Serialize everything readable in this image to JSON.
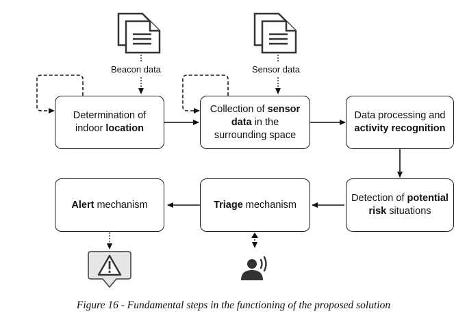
{
  "inputs": {
    "beacon": "Beacon data",
    "sensor": "Sensor data"
  },
  "steps": {
    "location": {
      "pre": "Determination of",
      "line2_pre": "indoor ",
      "bold": "location"
    },
    "collection": {
      "pre": "Collection of ",
      "bold1": "sensor",
      "bold2": "data",
      "mid": " in the",
      "post": "surrounding space"
    },
    "processing": {
      "pre": "Data processing and",
      "bold": "activity recognition"
    },
    "detection": {
      "pre": "Detection of ",
      "bold1": "potential",
      "bold2": "risk",
      "post": " situations"
    },
    "triage": {
      "bold": "Triage",
      "post": " mechanism"
    },
    "alert": {
      "bold": "Alert",
      "post": " mechanism"
    }
  },
  "icons": {
    "beacon_doc": "document-stack-icon",
    "sensor_doc": "document-stack-icon",
    "alert": "warning-speech-bubble-icon",
    "voice": "person-speaking-icon"
  },
  "caption": "Figure 16 - Fundamental steps in the functioning of the proposed solution"
}
